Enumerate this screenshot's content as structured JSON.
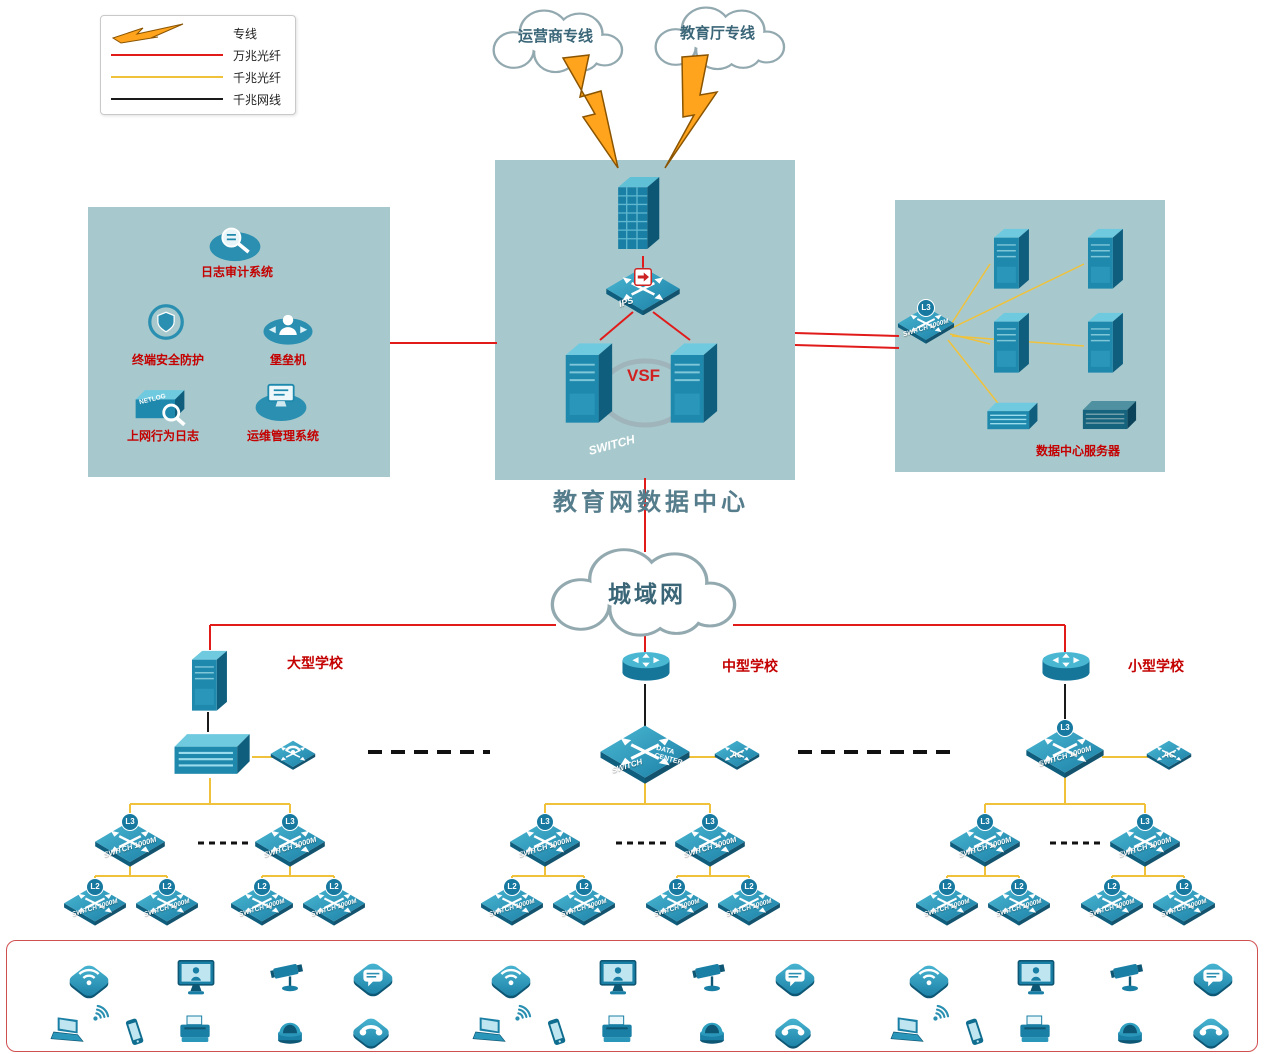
{
  "legend": {
    "items": [
      {
        "label": "专线",
        "type": "lightning",
        "color": "#ffa41c"
      },
      {
        "label": "万兆光纤",
        "type": "line",
        "color": "#e11a1a"
      },
      {
        "label": "千兆光纤",
        "type": "line",
        "color": "#f0c23c"
      },
      {
        "label": "千兆网线",
        "type": "line",
        "color": "#1a1a1a"
      }
    ]
  },
  "clouds": {
    "carrier": "运营商专线",
    "education": "教育厅专线",
    "metro": "城域网"
  },
  "datacenter": {
    "title": "教育网数据中心",
    "vsf_label": "VSF",
    "switch_word": "SWITCH",
    "ips_label": "IPS"
  },
  "security_box": {
    "items": [
      "日志审计系统",
      "终端安全防护",
      "堡垒机",
      "上网行为日志",
      "运维管理系统"
    ],
    "netlog_label": "NETLOG"
  },
  "server_box": {
    "title": "数据中心服务器"
  },
  "schools": {
    "large": {
      "name": "大型学校"
    },
    "medium": {
      "name": "中型学校"
    },
    "small": {
      "name": "小型学校"
    }
  },
  "device_labels": {
    "switch_1000m": "SWITCH 1000M",
    "switch": "SWITCH",
    "l3": "L3",
    "l2": "L2",
    "ac": "AC",
    "data": "DATA",
    "center": "CENTER"
  }
}
